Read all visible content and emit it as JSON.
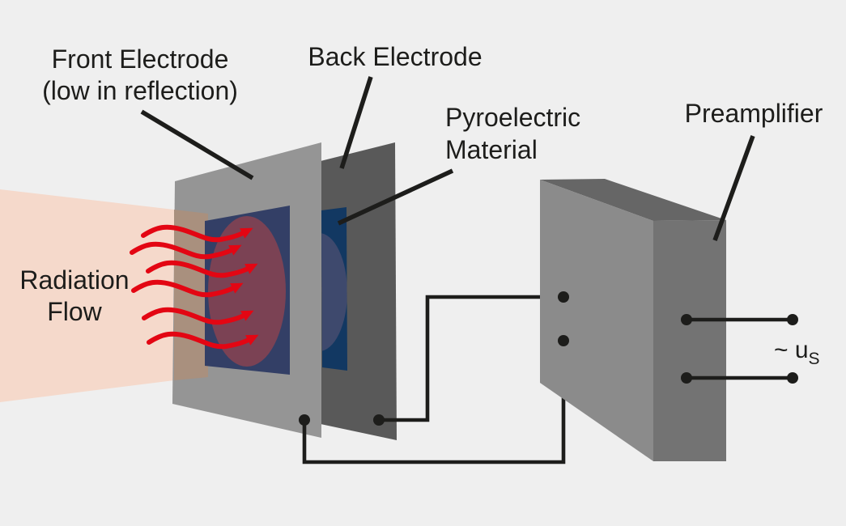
{
  "labels": {
    "front_electrode": {
      "line1": "Front Electrode",
      "line2": "(low in reflection)"
    },
    "back_electrode": {
      "text": "Back Electrode"
    },
    "pyroelectric_material": {
      "line1": "Pyroelectric",
      "line2": "Material"
    },
    "preamplifier": {
      "text": "Preamplifier"
    },
    "radiation_flow": {
      "line1": "Radiation",
      "line2": "Flow"
    },
    "output_signal": {
      "prefix": "~ u",
      "subscript": "S"
    }
  },
  "colors": {
    "background": "#efefef",
    "ink": "#1d1d1b",
    "arrow_red": "#e30613",
    "beam_pink": "#f5d9cb",
    "beam_over_plate_tan": "#a9907e",
    "front_electrode_gray": "#959595",
    "back_electrode_gray": "#595959",
    "pyro_front_navy": "#333f66",
    "pyro_back_navy": "#123862",
    "heated_spot_maroon": "#7b4254",
    "heated_spot_slate": "#3e496d",
    "preamp_front": "#8b8b8b",
    "preamp_top": "#666666",
    "preamp_side": "#737373"
  },
  "radiation_arrows": {
    "count": 6
  }
}
